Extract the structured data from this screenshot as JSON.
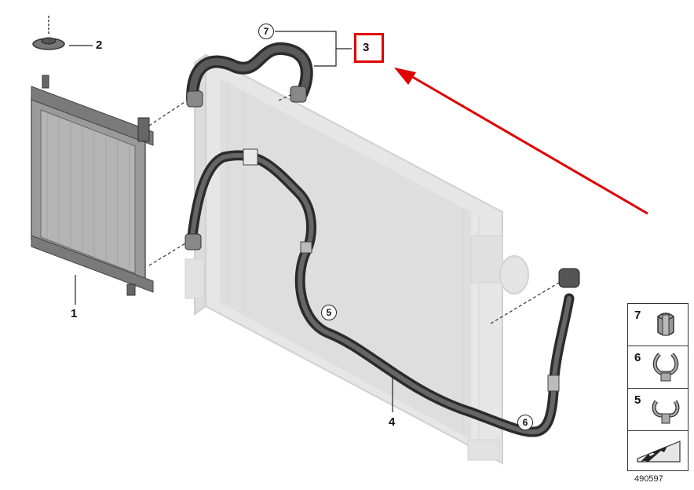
{
  "callouts": {
    "c1": "1",
    "c2": "2",
    "c3": "3",
    "c4": "4",
    "c5": "5",
    "c6": "6",
    "c7": "7"
  },
  "legend": {
    "items": [
      {
        "number": "7",
        "icon": "hose-clamp-sleeve-icon"
      },
      {
        "number": "6",
        "icon": "spring-clip-icon"
      },
      {
        "number": "5",
        "icon": "double-clip-icon"
      },
      {
        "number": "",
        "icon": "arrow-pointer-icon"
      }
    ]
  },
  "diagram_id": "490597",
  "colors": {
    "highlight": "#e00000",
    "arrow": "#e00000",
    "hose": "#3a3a3a",
    "radiator_ghost": "#e2e2e2",
    "aux_radiator": "#8e8e8e"
  }
}
